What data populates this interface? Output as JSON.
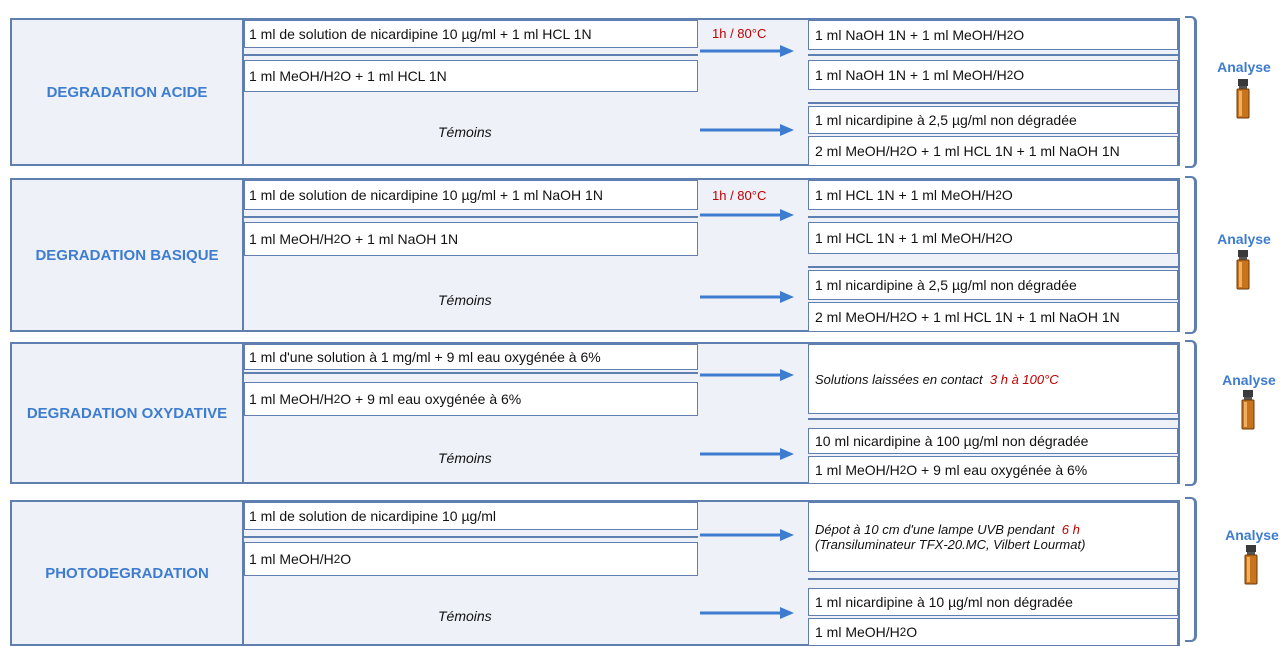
{
  "sections": [
    {
      "label": "DEGRADATION  ACIDE",
      "input_1": "1 ml de solution de nicardipine 10 µg/ml + 1 ml HCL 1N",
      "input_2_pre": "1 ml MeOH/H",
      "input_2_post": "O + 1 ml HCL 1N",
      "condition": "1h / 80°C",
      "temoins": "Témoins",
      "out_1_pre": "1 ml NaOH 1N + 1 ml MeOH/H",
      "out_1_post": "O",
      "out_2_pre": "1 ml NaOH 1N + 1 ml MeOH/H",
      "out_2_post": "O",
      "ctrl_1": "1 ml nicardipine à 2,5 µg/ml non dégradée",
      "ctrl_2_pre": "2 ml MeOH/H",
      "ctrl_2_post": "O + 1 ml HCL 1N + 1 ml NaOH 1N",
      "analyse": "Analyse"
    },
    {
      "label": "DEGRADATION  BASIQUE",
      "input_1": "1 ml de solution de nicardipine 10 µg/ml + 1 ml NaOH 1N",
      "input_2_pre": "1 ml MeOH/H",
      "input_2_post": "O + 1 ml NaOH 1N",
      "condition": "1h / 80°C",
      "temoins": "Témoins",
      "out_1_pre": "1 ml HCL 1N + 1 ml MeOH/H",
      "out_1_post": "O",
      "out_2_pre": "1 ml HCL 1N + 1 ml MeOH/H",
      "out_2_post": "O",
      "ctrl_1": "1 ml nicardipine à 2,5 µg/ml non dégradée",
      "ctrl_2_pre": "2 ml MeOH/H",
      "ctrl_2_post": "O + 1 ml HCL 1N + 1 ml NaOH 1N",
      "analyse": "Analyse"
    },
    {
      "label": "DEGRADATION OXYDATIVE",
      "input_1": "1 ml d'une solution à 1 mg/ml + 9 ml eau oxygénée à 6%",
      "input_2_pre": "1 ml MeOH/H",
      "input_2_post": "O + 9 ml eau oxygénée à 6%",
      "result_text": "Solutions laissées en contact",
      "result_cond": "3 h à 100°C",
      "temoins": "Témoins",
      "ctrl_1": "10 ml nicardipine à 100 µg/ml non dégradée",
      "ctrl_2_pre": "1 ml MeOH/H",
      "ctrl_2_post": "O + 9 ml eau oxygénée à 6%",
      "analyse": "Analyse"
    },
    {
      "label": "PHOTODEGRADATION",
      "input_1": "1 ml de solution de nicardipine 10 µg/ml",
      "input_2_pre": "1 ml MeOH/H",
      "input_2_post": "O",
      "result_line1": "Dépot à 10 cm d'une lampe UVB pendant",
      "result_cond": "6 h",
      "result_line2": "(Transiluminateur TFX-20.MC, Vilbert Lourmat)",
      "temoins": "Témoins",
      "ctrl_1": "1 ml nicardipine à 10 µg/ml non dégradée",
      "ctrl_2_pre": "1 ml MeOH/H",
      "ctrl_2_post": "O",
      "analyse": "Analyse"
    }
  ],
  "subscript": "2",
  "colors": {
    "accent": "#3e7cd0",
    "border": "#5f7fb0",
    "red": "#c00000",
    "panel": "#eef2f8"
  }
}
